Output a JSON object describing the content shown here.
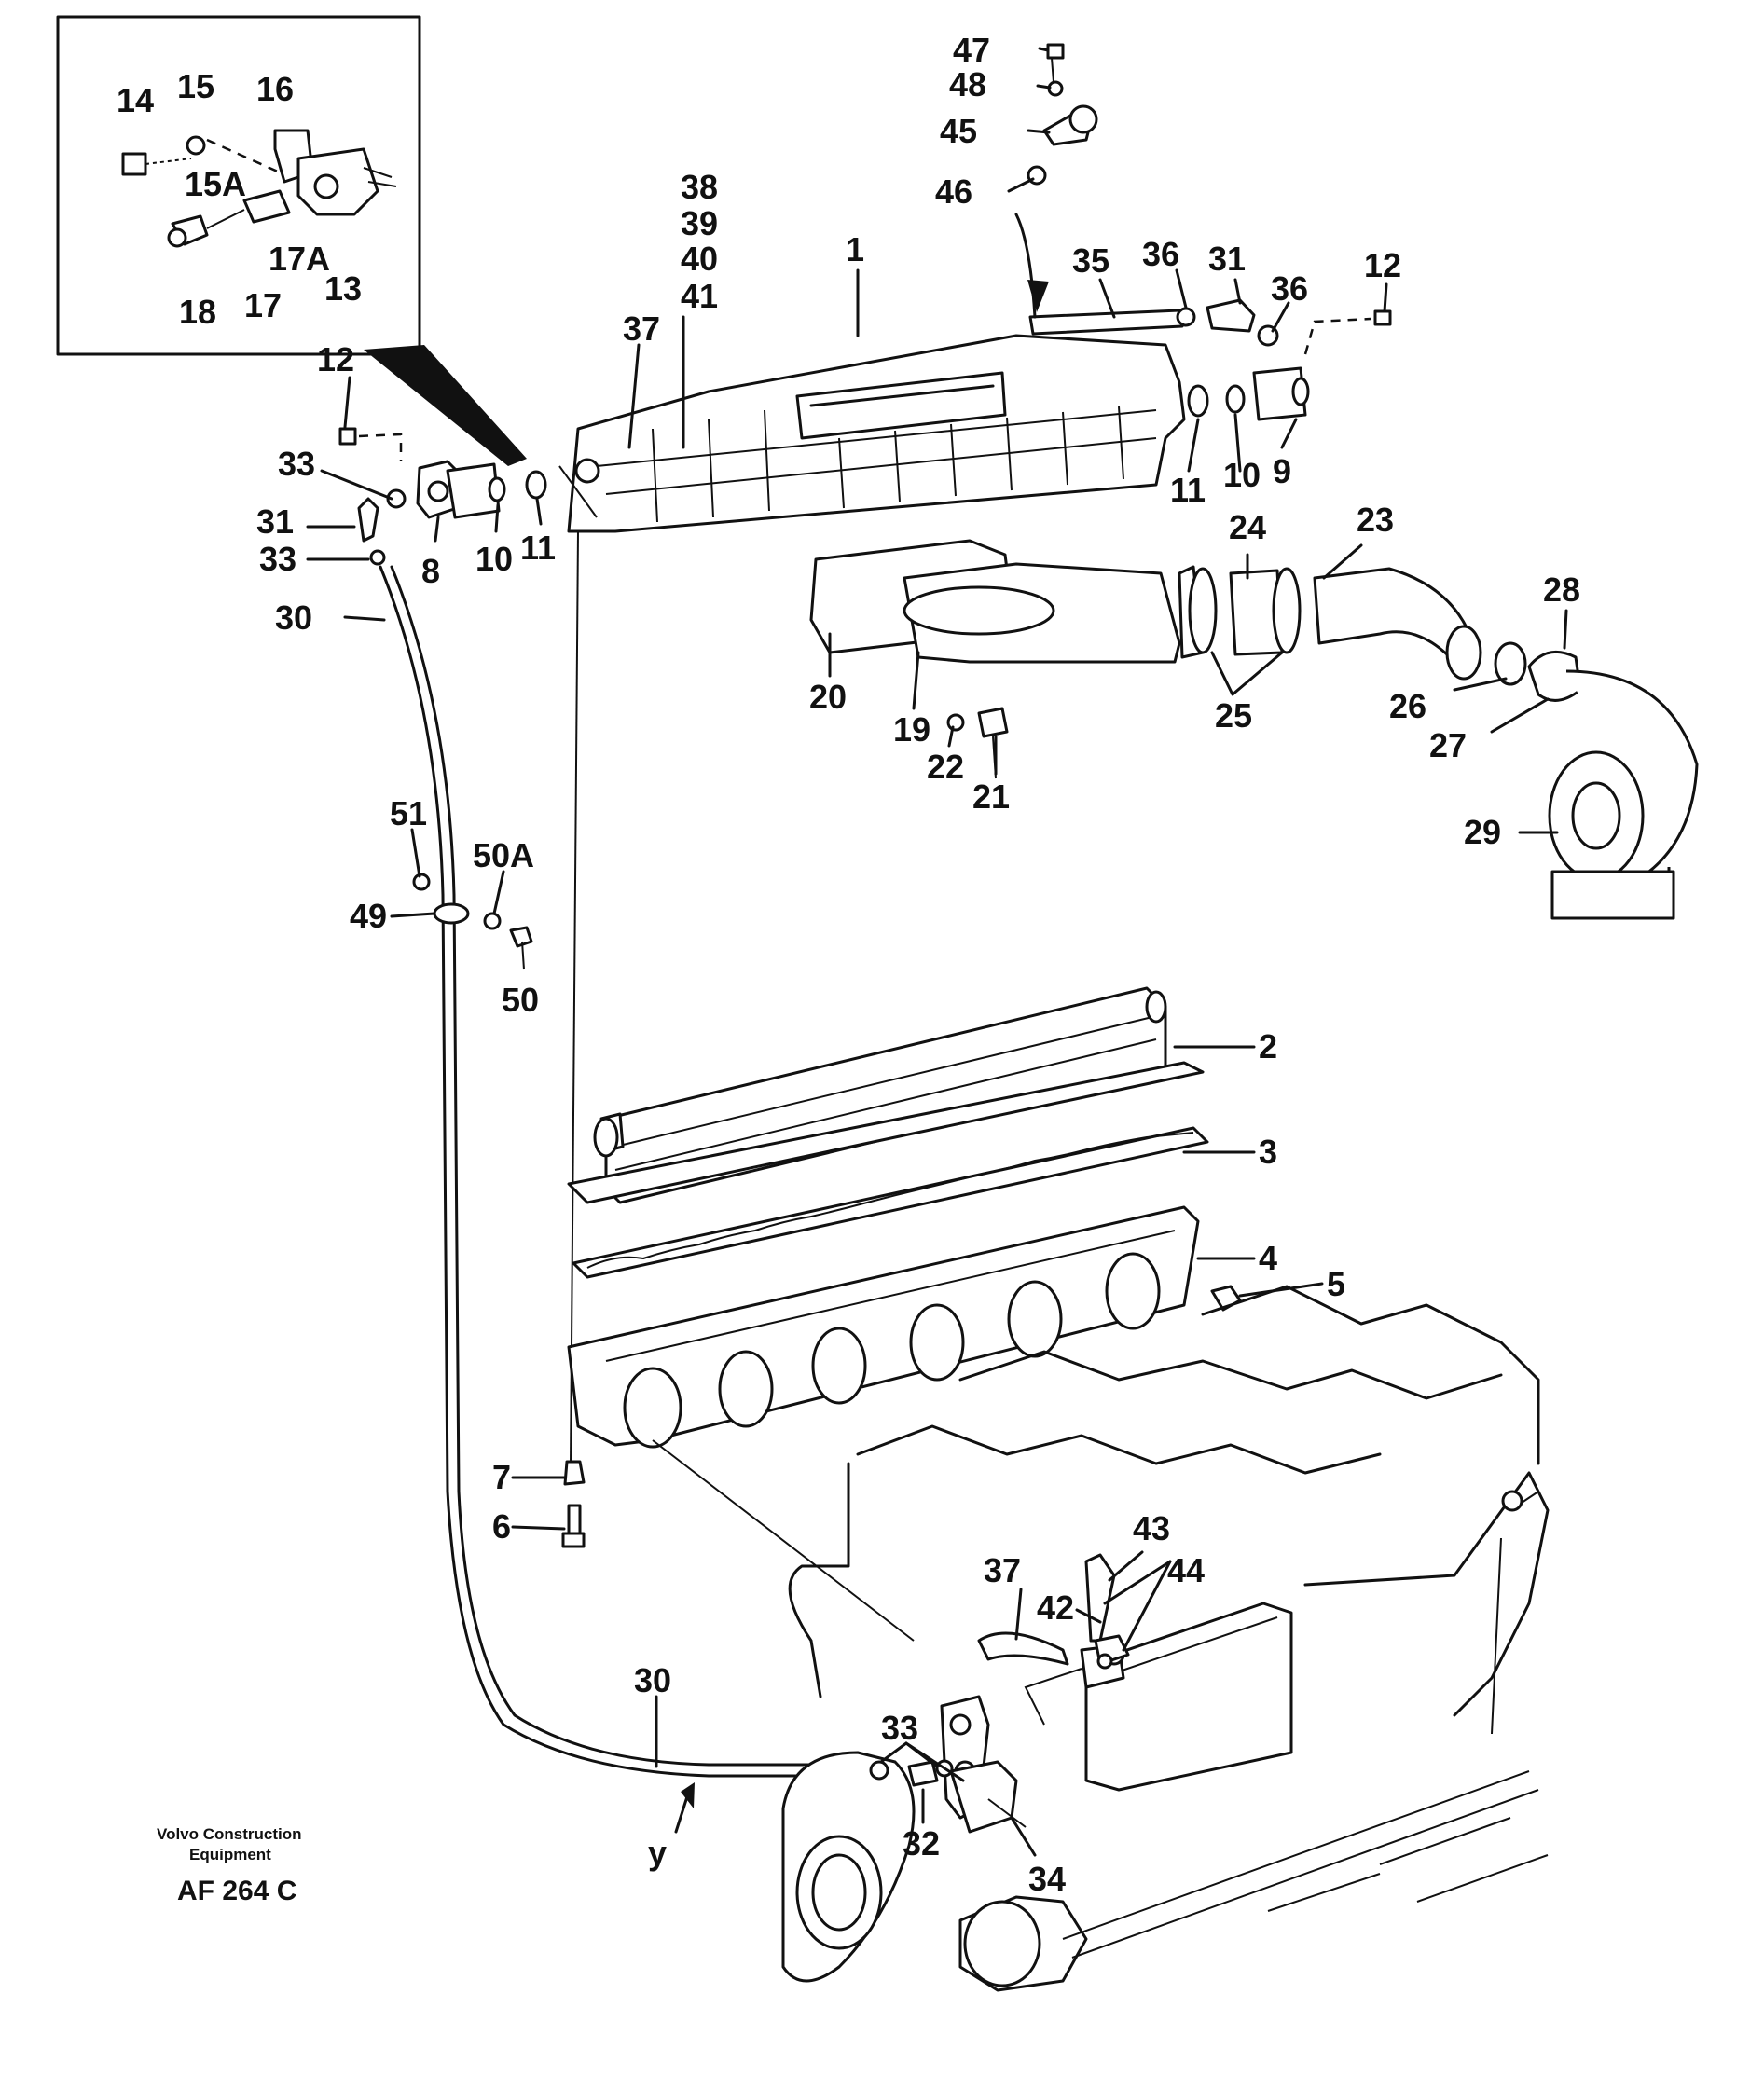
{
  "labels": {
    "l14": "14",
    "l15": "15",
    "l16": "16",
    "l15a": "15A",
    "l17a": "17A",
    "l18": "18",
    "l17": "17",
    "l13": "13",
    "l47": "47",
    "l48": "48",
    "l45": "45",
    "l46": "46",
    "l1": "1",
    "l35": "35",
    "l36a": "36",
    "l31a": "31",
    "l36b": "36",
    "l12a": "12",
    "l38": "38",
    "l39": "39",
    "l40": "40",
    "l41": "41",
    "l37a": "37",
    "l12b": "12",
    "l33a": "33",
    "l31b": "31",
    "l33b": "33",
    "l8": "8",
    "l10a": "10",
    "l11a": "11",
    "l30a": "30",
    "l9": "9",
    "l10b": "10",
    "l11b": "11",
    "l24": "24",
    "l23": "23",
    "l28": "28",
    "l26": "26",
    "l27": "27",
    "l25": "25",
    "l20": "20",
    "l19": "19",
    "l22": "22",
    "l21": "21",
    "l29": "29",
    "l51": "51",
    "l50a": "50A",
    "l49": "49",
    "l50": "50",
    "l2": "2",
    "l3": "3",
    "l4": "4",
    "l5": "5",
    "l7": "7",
    "l6": "6",
    "l43": "43",
    "l44": "44",
    "l37b": "37",
    "l42": "42",
    "l30b": "30",
    "l33c": "33",
    "l32": "32",
    "l34": "34",
    "y": "y"
  },
  "footer": {
    "company_line1": "Volvo Construction",
    "company_line2": "Equipment",
    "drawing_code": "AF 264 C"
  }
}
